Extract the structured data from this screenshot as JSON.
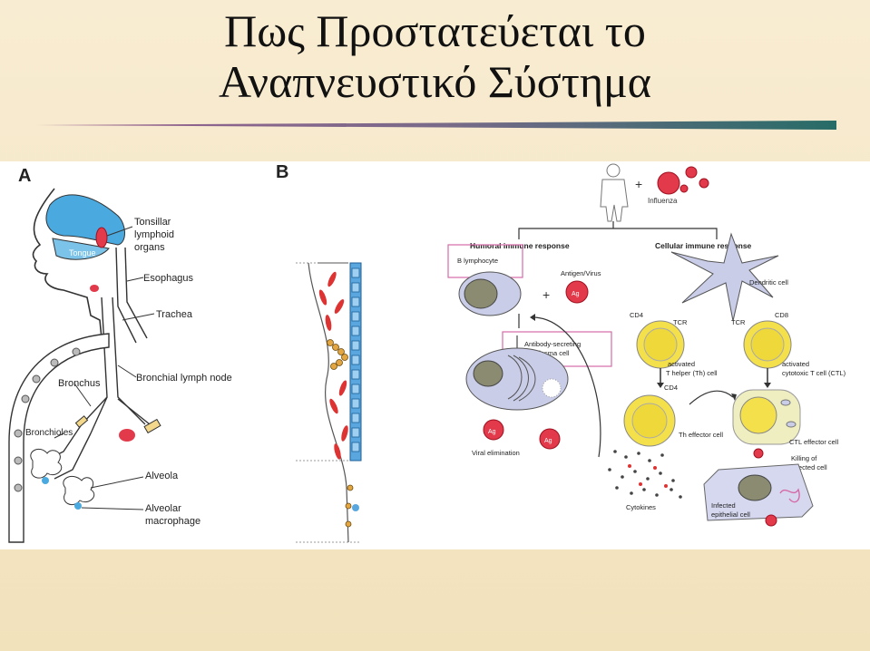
{
  "slide": {
    "title_line1": "Πως Προστατεύεται το",
    "title_line2": "Αναπνευστικό Σύστημα",
    "accent_colors": [
      "#8b5a8c",
      "#2d6e6b"
    ]
  },
  "panel_a": {
    "letter": "A",
    "labels": {
      "tonsillar": [
        "Tonsillar",
        "lymphoid",
        "organs"
      ],
      "tongue": "Tongue",
      "esophagus": "Esophagus",
      "trachea": "Trachea",
      "bronchus": "Bronchus",
      "bronchial_lymph_node": "Bronchial lymph node",
      "bronchioles": "Bronchioles",
      "alveola": "Alveola",
      "alveolar_macrophage": [
        "Alveolar",
        "macrophage"
      ]
    }
  },
  "panel_b": {
    "letter": "B"
  },
  "panel_c": {
    "labels": {
      "influenza": "Influenza",
      "humoral": "Humoral immune response",
      "cellular": "Cellular immune response",
      "b_lymphocyte": "B lymphocyte",
      "antigen_virus": "Antigen/Virus",
      "dendritic": "Dendritic cell",
      "cd4": "CD4",
      "tcr": "TCR",
      "cd8": "CD8",
      "tcr2": "TCR",
      "plasma": [
        "Antibody-secreting",
        "plasma cell"
      ],
      "th_cell": [
        "activated",
        "T helper (Th) cell"
      ],
      "ctl_cell": [
        "activated",
        "cytotoxic T cell (CTL)"
      ],
      "cd4_2": "CD4",
      "th_effector": "Th effector cell",
      "ctl_effector": "CTL effector cell",
      "viral_elimination": "Viral elimination",
      "killing": [
        "Killing of",
        "infected cell"
      ],
      "cytokines": "Cytokines",
      "infected": [
        "Infected",
        "epithelial cell"
      ],
      "ag": "Ag"
    }
  }
}
